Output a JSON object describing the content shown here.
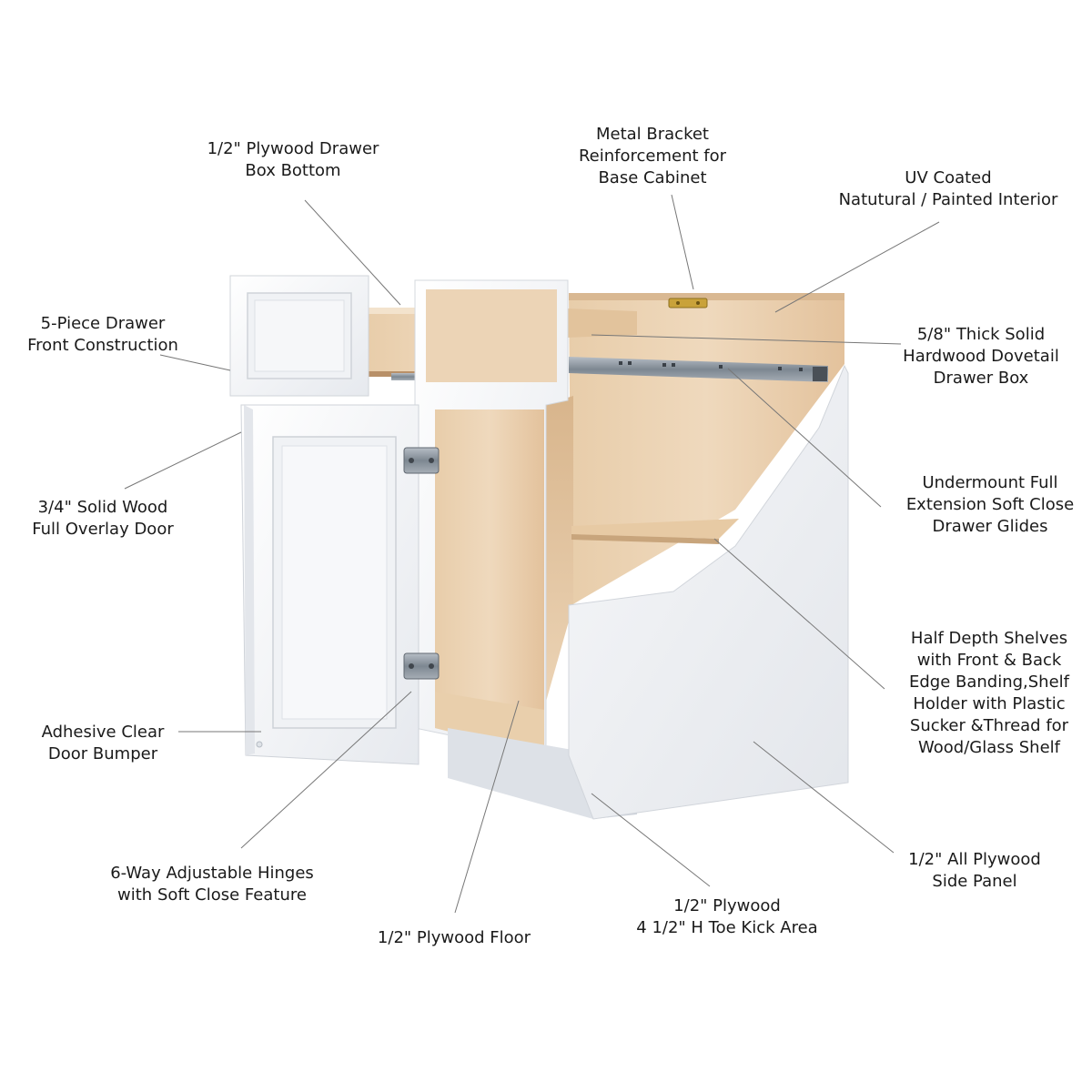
{
  "annotations": {
    "drawer_box_bottom": "1/2\" Plywood Drawer\nBox Bottom",
    "metal_bracket": "Metal Bracket\nReinforcement for\nBase Cabinet",
    "uv_coated": "UV Coated\nNatutural / Painted Interior",
    "drawer_front": "5-Piece Drawer\nFront Construction",
    "dovetail_box": "5/8\" Thick Solid\nHardwood Dovetail\nDrawer Box",
    "overlay_door": "3/4\" Solid Wood\nFull Overlay Door",
    "drawer_glides": "Undermount Full\nExtension Soft Close\nDrawer Glides",
    "half_depth_shelves": "Half Depth Shelves\nwith Front & Back\nEdge Banding,Shelf\nHolder with Plastic\nSucker &Thread for\nWood/Glass Shelf",
    "door_bumper": "Adhesive Clear\nDoor Bumper",
    "hinges": "6-Way Adjustable Hinges\nwith Soft Close Feature",
    "plywood_floor": "1/2\" Plywood Floor",
    "toe_kick": "1/2\" Plywood\n4 1/2\" H Toe Kick Area",
    "side_panel": "1/2\" All Plywood\nSide Panel"
  },
  "colors": {
    "cabinet_white": "#f4f5f7",
    "cabinet_shadow": "#d9dde3",
    "wood_light": "#ecd3b4",
    "wood_mid": "#dcb991",
    "glide_steel": "#8d96a0",
    "leader_line": "#777777",
    "bracket_brass": "#c9a23a"
  }
}
